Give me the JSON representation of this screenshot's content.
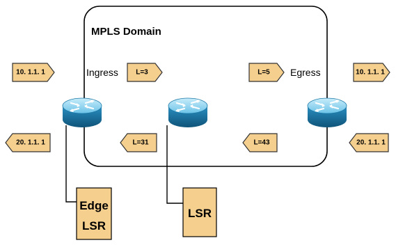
{
  "diagram": {
    "domain_label": "MPLS Domain",
    "ingress_label": "Ingress",
    "egress_label": "Egress",
    "tags": {
      "left_in": "10. 1.1. 1",
      "left_out": "20. 1.1. 1",
      "ingress_label_out": "L=3",
      "label_back_1": "L=31",
      "label_back_2": "L=43",
      "egress_label_in": "L=5",
      "right_out": "10. 1.1. 1",
      "right_in": "20. 1.1. 1"
    },
    "callouts": {
      "edge_lsr_line1": "Edge",
      "edge_lsr_line2": "LSR",
      "lsr": "LSR"
    },
    "colors": {
      "tag_fill": "#f5cf8e",
      "tag_stroke": "#333333",
      "router_top": "#8fd6f2",
      "router_side": "#1e7aa8",
      "box_fill": "#f5cf8e"
    }
  }
}
